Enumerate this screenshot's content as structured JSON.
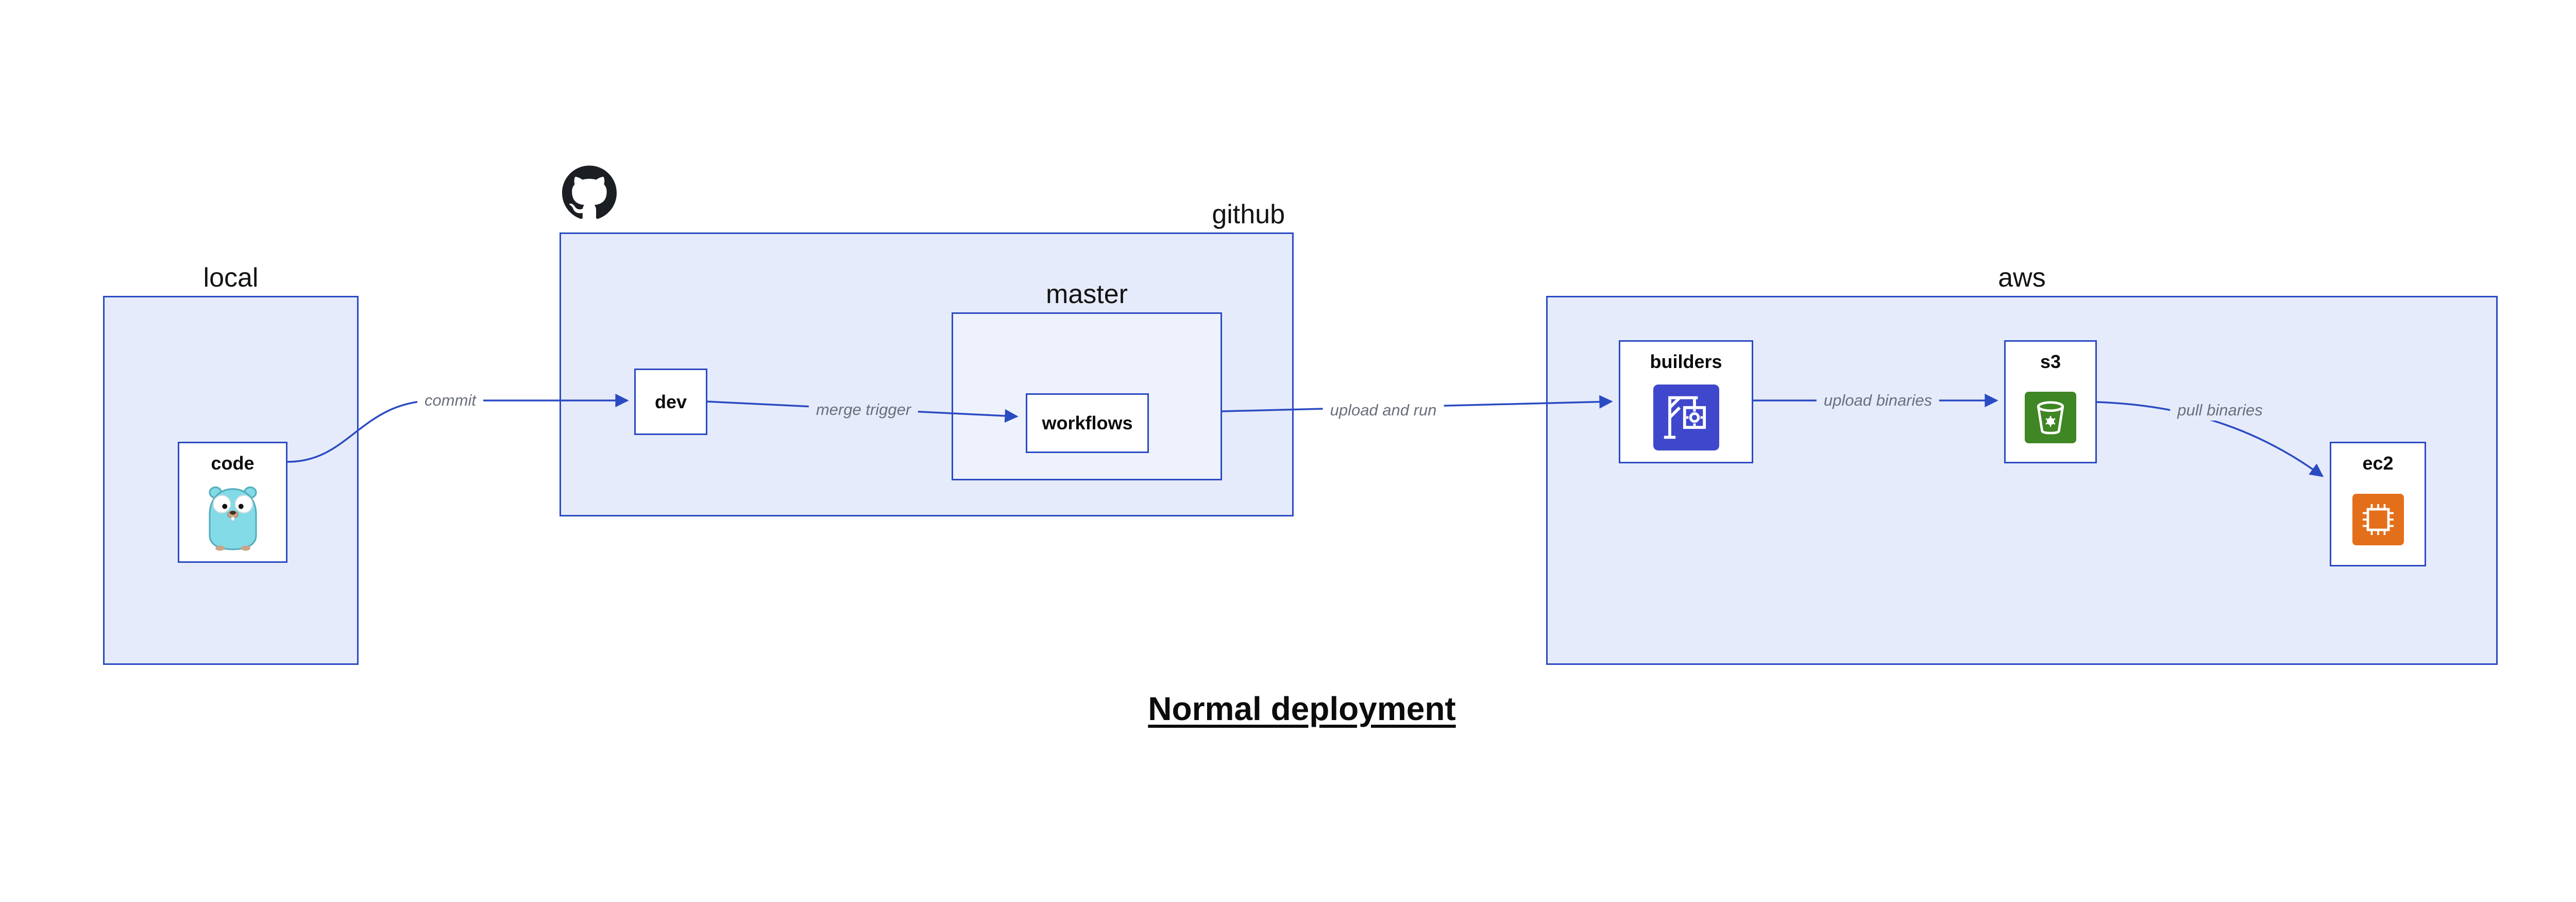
{
  "title": "Normal deployment",
  "containers": {
    "local": {
      "label": "local"
    },
    "github": {
      "label": "github"
    },
    "master": {
      "label": "master"
    },
    "aws": {
      "label": "aws"
    }
  },
  "nodes": {
    "code": {
      "label": "code"
    },
    "dev": {
      "label": "dev"
    },
    "workflows": {
      "label": "workflows"
    },
    "builders": {
      "label": "builders"
    },
    "s3": {
      "label": "s3"
    },
    "ec2": {
      "label": "ec2"
    }
  },
  "edges": {
    "commit": {
      "label": "commit"
    },
    "merge_trigger": {
      "label": "merge trigger"
    },
    "upload_and_run": {
      "label": "upload and run"
    },
    "upload_binaries": {
      "label": "upload binaries"
    },
    "pull_binaries": {
      "label": "pull binaries"
    }
  },
  "icons": {
    "github": "github-octocat-icon",
    "code": "go-gopher-icon",
    "builders": "aws-codebuild-icon",
    "s3": "aws-s3-bucket-icon",
    "ec2": "aws-ec2-chip-icon"
  },
  "colors": {
    "stroke": "#2b4bc2",
    "container_fill": "#e5ebfa",
    "nested_fill": "#eef2fd",
    "node_fill": "#ffffff",
    "edge_label": "#6a6f7b",
    "codebuild": "#3f48cc",
    "s3": "#3f8624",
    "ec2": "#e46f1b",
    "github_icon": "#1b1f23"
  }
}
